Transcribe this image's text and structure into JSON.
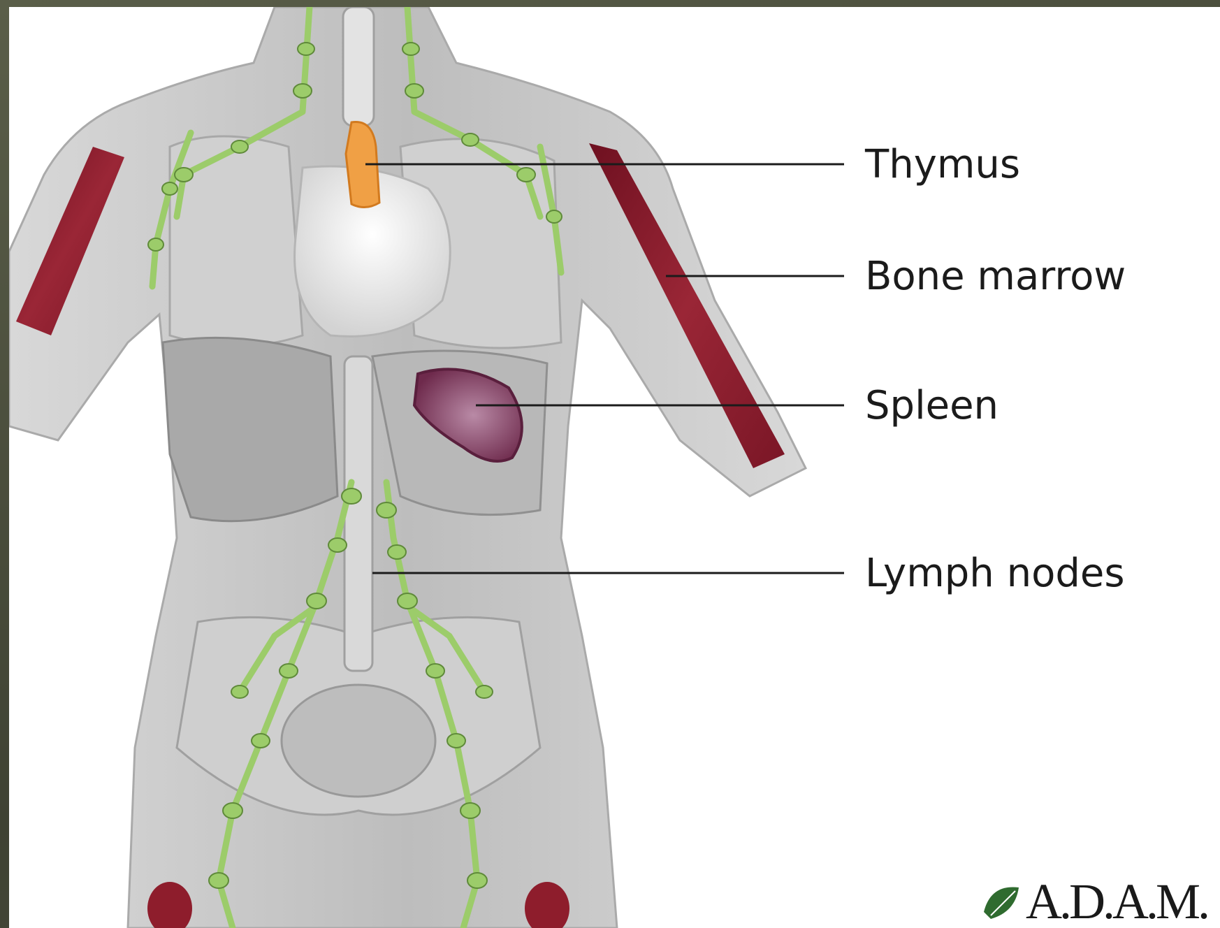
{
  "labels": {
    "thymus": "Thymus",
    "bone_marrow": "Bone marrow",
    "spleen": "Spleen",
    "lymph_nodes": "Lymph nodes"
  },
  "logo": {
    "text": "A.D.A.M.",
    "icon": "leaf-icon"
  },
  "colors": {
    "lymph": "#9ccc6a",
    "marrow": "#8e1d2c",
    "thymus": "#f0a045",
    "spleen": "#8e4a6e",
    "body": "#c9c9c9",
    "frame": "#4a4d3c"
  }
}
